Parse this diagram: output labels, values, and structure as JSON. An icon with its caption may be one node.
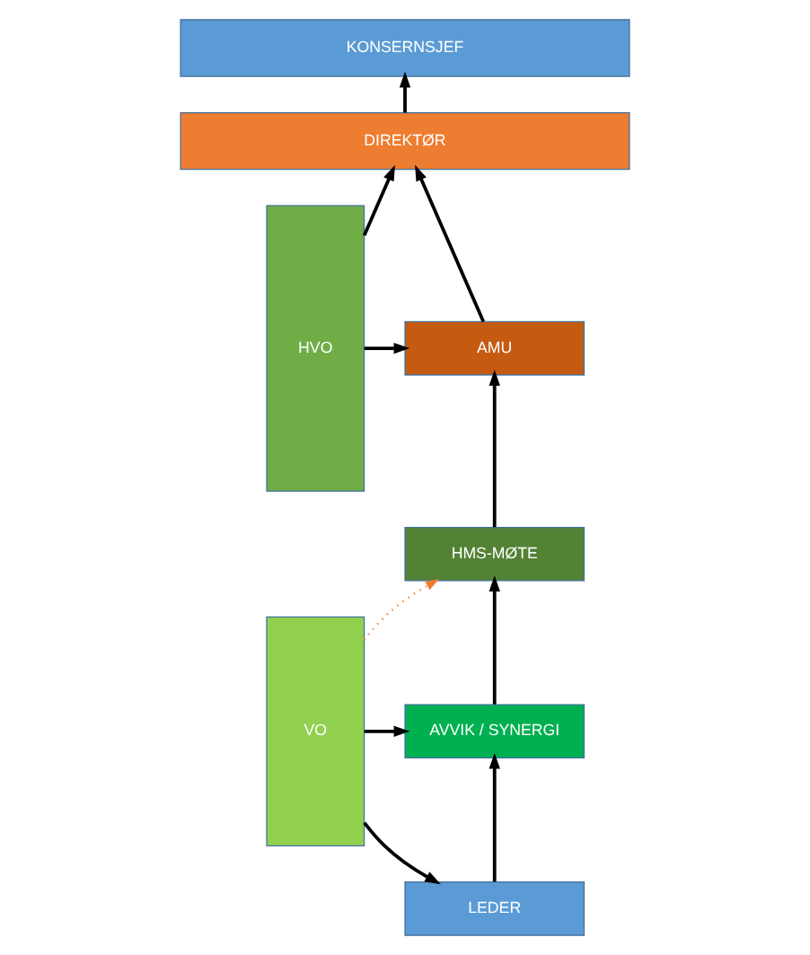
{
  "diagram": {
    "nodes": [
      {
        "text": [
          "KONSERNSJEF"
        ]
      },
      {
        "text": [
          "DIREKTØR"
        ]
      },
      {
        "text": [
          "HVO"
        ]
      },
      {
        "text": [
          "VO"
        ]
      },
      {
        "text": [
          "AMU"
        ]
      },
      {
        "text": [
          "HMS-MØTE"
        ]
      },
      {
        "text": [
          "AVVIK / SYNERGI"
        ]
      },
      {
        "text": [
          "LEDER"
        ]
      }
    ],
    "edges": [
      {
        "from": 1,
        "to": 0,
        "arrow": "to"
      },
      {
        "from": 2,
        "to": 1,
        "arrow": "to"
      },
      {
        "from": 4,
        "to": 1,
        "arrow": "to"
      },
      {
        "from": 2,
        "to": 4,
        "arrow": "to"
      },
      {
        "from": 3,
        "to": 5,
        "arrow": "to",
        "style": "dashed",
        "color": "#ed7d31"
      },
      {
        "from": 5,
        "to": 4,
        "arrow": "to"
      },
      {
        "from": 6,
        "to": 5,
        "arrow": "to"
      },
      {
        "from": 3,
        "to": 6,
        "arrow": "to"
      },
      {
        "from": 3,
        "to": 7,
        "arrow": "to"
      },
      {
        "from": 7,
        "to": 6,
        "arrow": "to"
      }
    ]
  }
}
